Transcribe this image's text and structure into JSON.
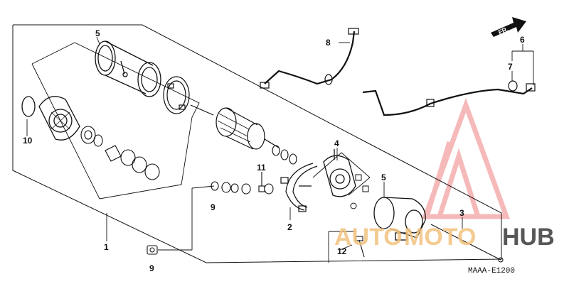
{
  "diagram": {
    "callouts": {
      "c1": "1",
      "c2": "2",
      "c3": "3",
      "c4": "4",
      "c5a": "5",
      "c5b": "5",
      "c6": "6",
      "c7": "7",
      "c8": "8",
      "c9a": "9",
      "c9b": "9",
      "c10": "10",
      "c11": "11",
      "c12": "12"
    },
    "front_label": "FR.",
    "diagram_code": "MAAA-E1200"
  },
  "watermark": {
    "text_auto": "AUTO",
    "text_moto": "MOTO",
    "text_hub": "HUB",
    "colors": {
      "accent": "#f08080",
      "auto": "#f2c27e",
      "hub": "#3a3a3a"
    }
  },
  "colors": {
    "line": "#111111",
    "background": "#ffffff"
  }
}
